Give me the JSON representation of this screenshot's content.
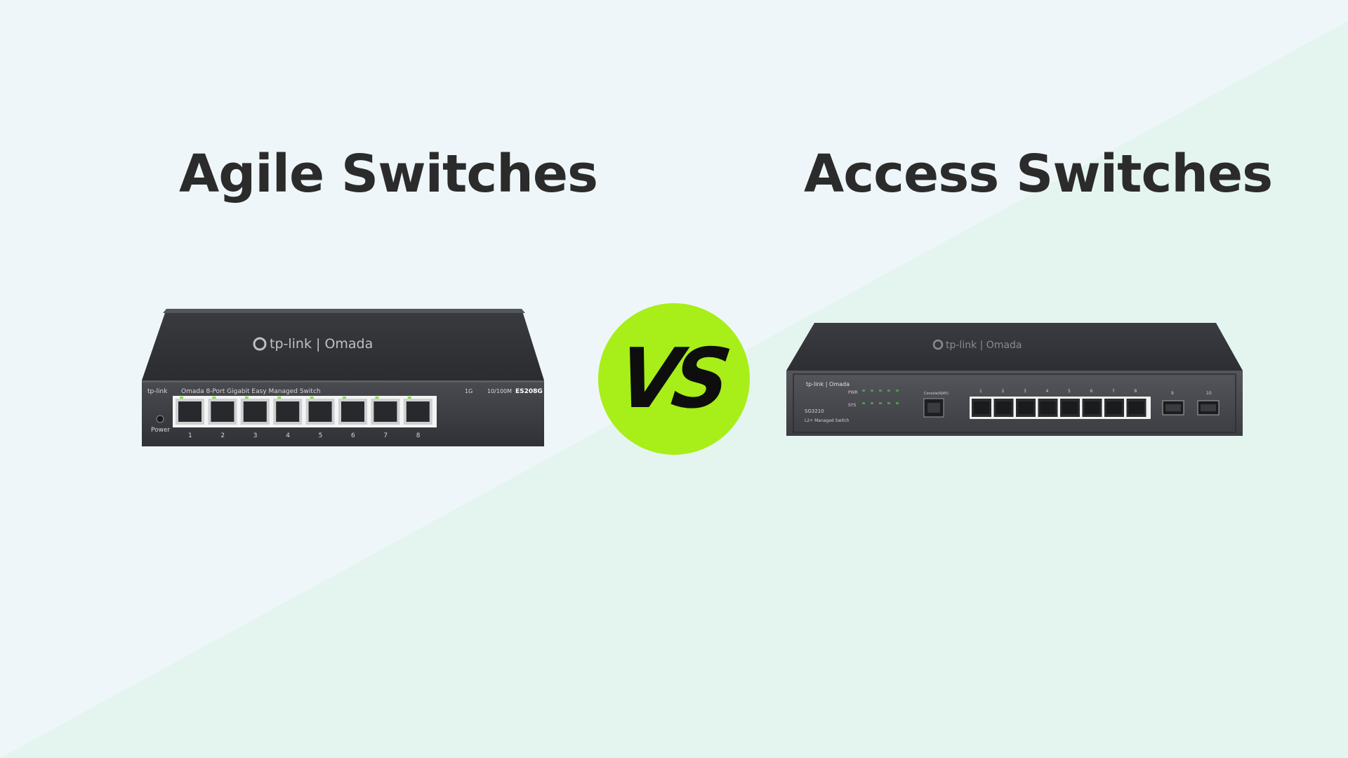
{
  "headings": {
    "left": "Agile Switches",
    "right": "Access Switches"
  },
  "vs_badge": {
    "label": "VS",
    "color": "#a8ee18"
  },
  "agile_switch": {
    "brand": "tp-link | Omada",
    "front_brand": "tp-link",
    "description": "Omada 8-Port Gigabit Easy Managed Switch",
    "model": "ES208G",
    "led_legend": [
      "1G",
      "10/100M"
    ],
    "power_label": "Power",
    "port_numbers": [
      "1",
      "2",
      "3",
      "4",
      "5",
      "6",
      "7",
      "8"
    ]
  },
  "access_switch": {
    "brand": "tp-link | Omada",
    "front_brand": "tp-link | Omada",
    "model": "SG3210",
    "description": "L2+ Managed Switch",
    "pwr_label": "PWR",
    "sys_label": "SYS",
    "console_label": "Console(RJ45)",
    "port_numbers": [
      "1",
      "2",
      "3",
      "4",
      "5",
      "6",
      "7",
      "8"
    ],
    "sfp_numbers": [
      "9",
      "10"
    ]
  },
  "colors": {
    "background_top": "#eef6f9",
    "background_bottom": "#e4f5ef",
    "heading": "#2b2b2b",
    "badge": "#a8ee18"
  }
}
